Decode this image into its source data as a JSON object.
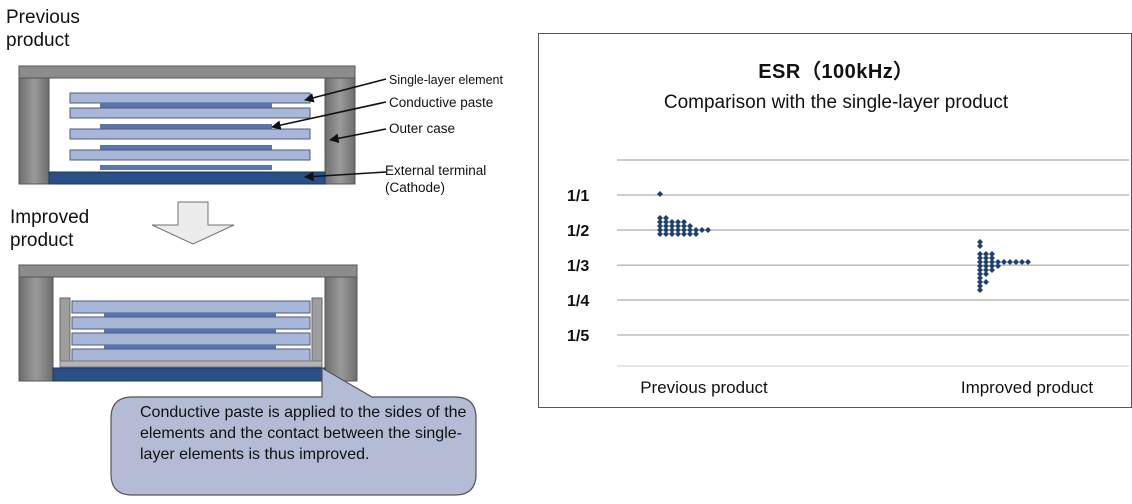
{
  "left": {
    "previous_label": "Previous\nproduct",
    "improved_label": "Improved\nproduct",
    "callouts": {
      "single_layer": "Single-layer element",
      "conductive_paste": "Conductive paste",
      "outer_case": "Outer case",
      "external_terminal": "External terminal\n(Cathode)"
    },
    "callout_note": "Conductive paste is applied to the sides of the elements and the contact between the single-layer elements is thus improved."
  },
  "chart_data": {
    "type": "scatter",
    "title": "ESR（100kHz）",
    "subtitle": "Comparison with the single-layer product",
    "categories": [
      "Previous product",
      "Improved product"
    ],
    "y_tick_labels": [
      "1/1",
      "1/2",
      "1/3",
      "1/4",
      "1/5"
    ],
    "y_ticks": [
      1.0,
      0.5,
      0.333,
      0.25,
      0.2
    ],
    "grid": true,
    "marker_color": "#1f3f6e",
    "series": [
      {
        "category": "Previous product",
        "values": [
          1.0,
          0.62,
          0.6,
          0.58,
          0.58,
          0.56,
          0.56,
          0.56,
          0.54,
          0.54,
          0.54,
          0.52,
          0.52,
          0.52,
          0.5,
          0.5,
          0.5,
          0.5,
          0.5,
          0.5,
          0.5,
          0.5,
          0.5,
          0.48,
          0.48,
          0.48,
          0.48,
          0.47,
          0.47,
          0.47
        ]
      },
      {
        "category": "Improved product",
        "values": [
          0.42,
          0.4,
          0.38,
          0.37,
          0.37,
          0.36,
          0.36,
          0.36,
          0.35,
          0.35,
          0.35,
          0.34,
          0.34,
          0.34,
          0.34,
          0.34,
          0.34,
          0.33,
          0.33,
          0.33,
          0.33,
          0.32,
          0.32,
          0.32,
          0.31,
          0.31,
          0.3,
          0.29,
          0.29,
          0.28,
          0.27
        ]
      }
    ]
  }
}
